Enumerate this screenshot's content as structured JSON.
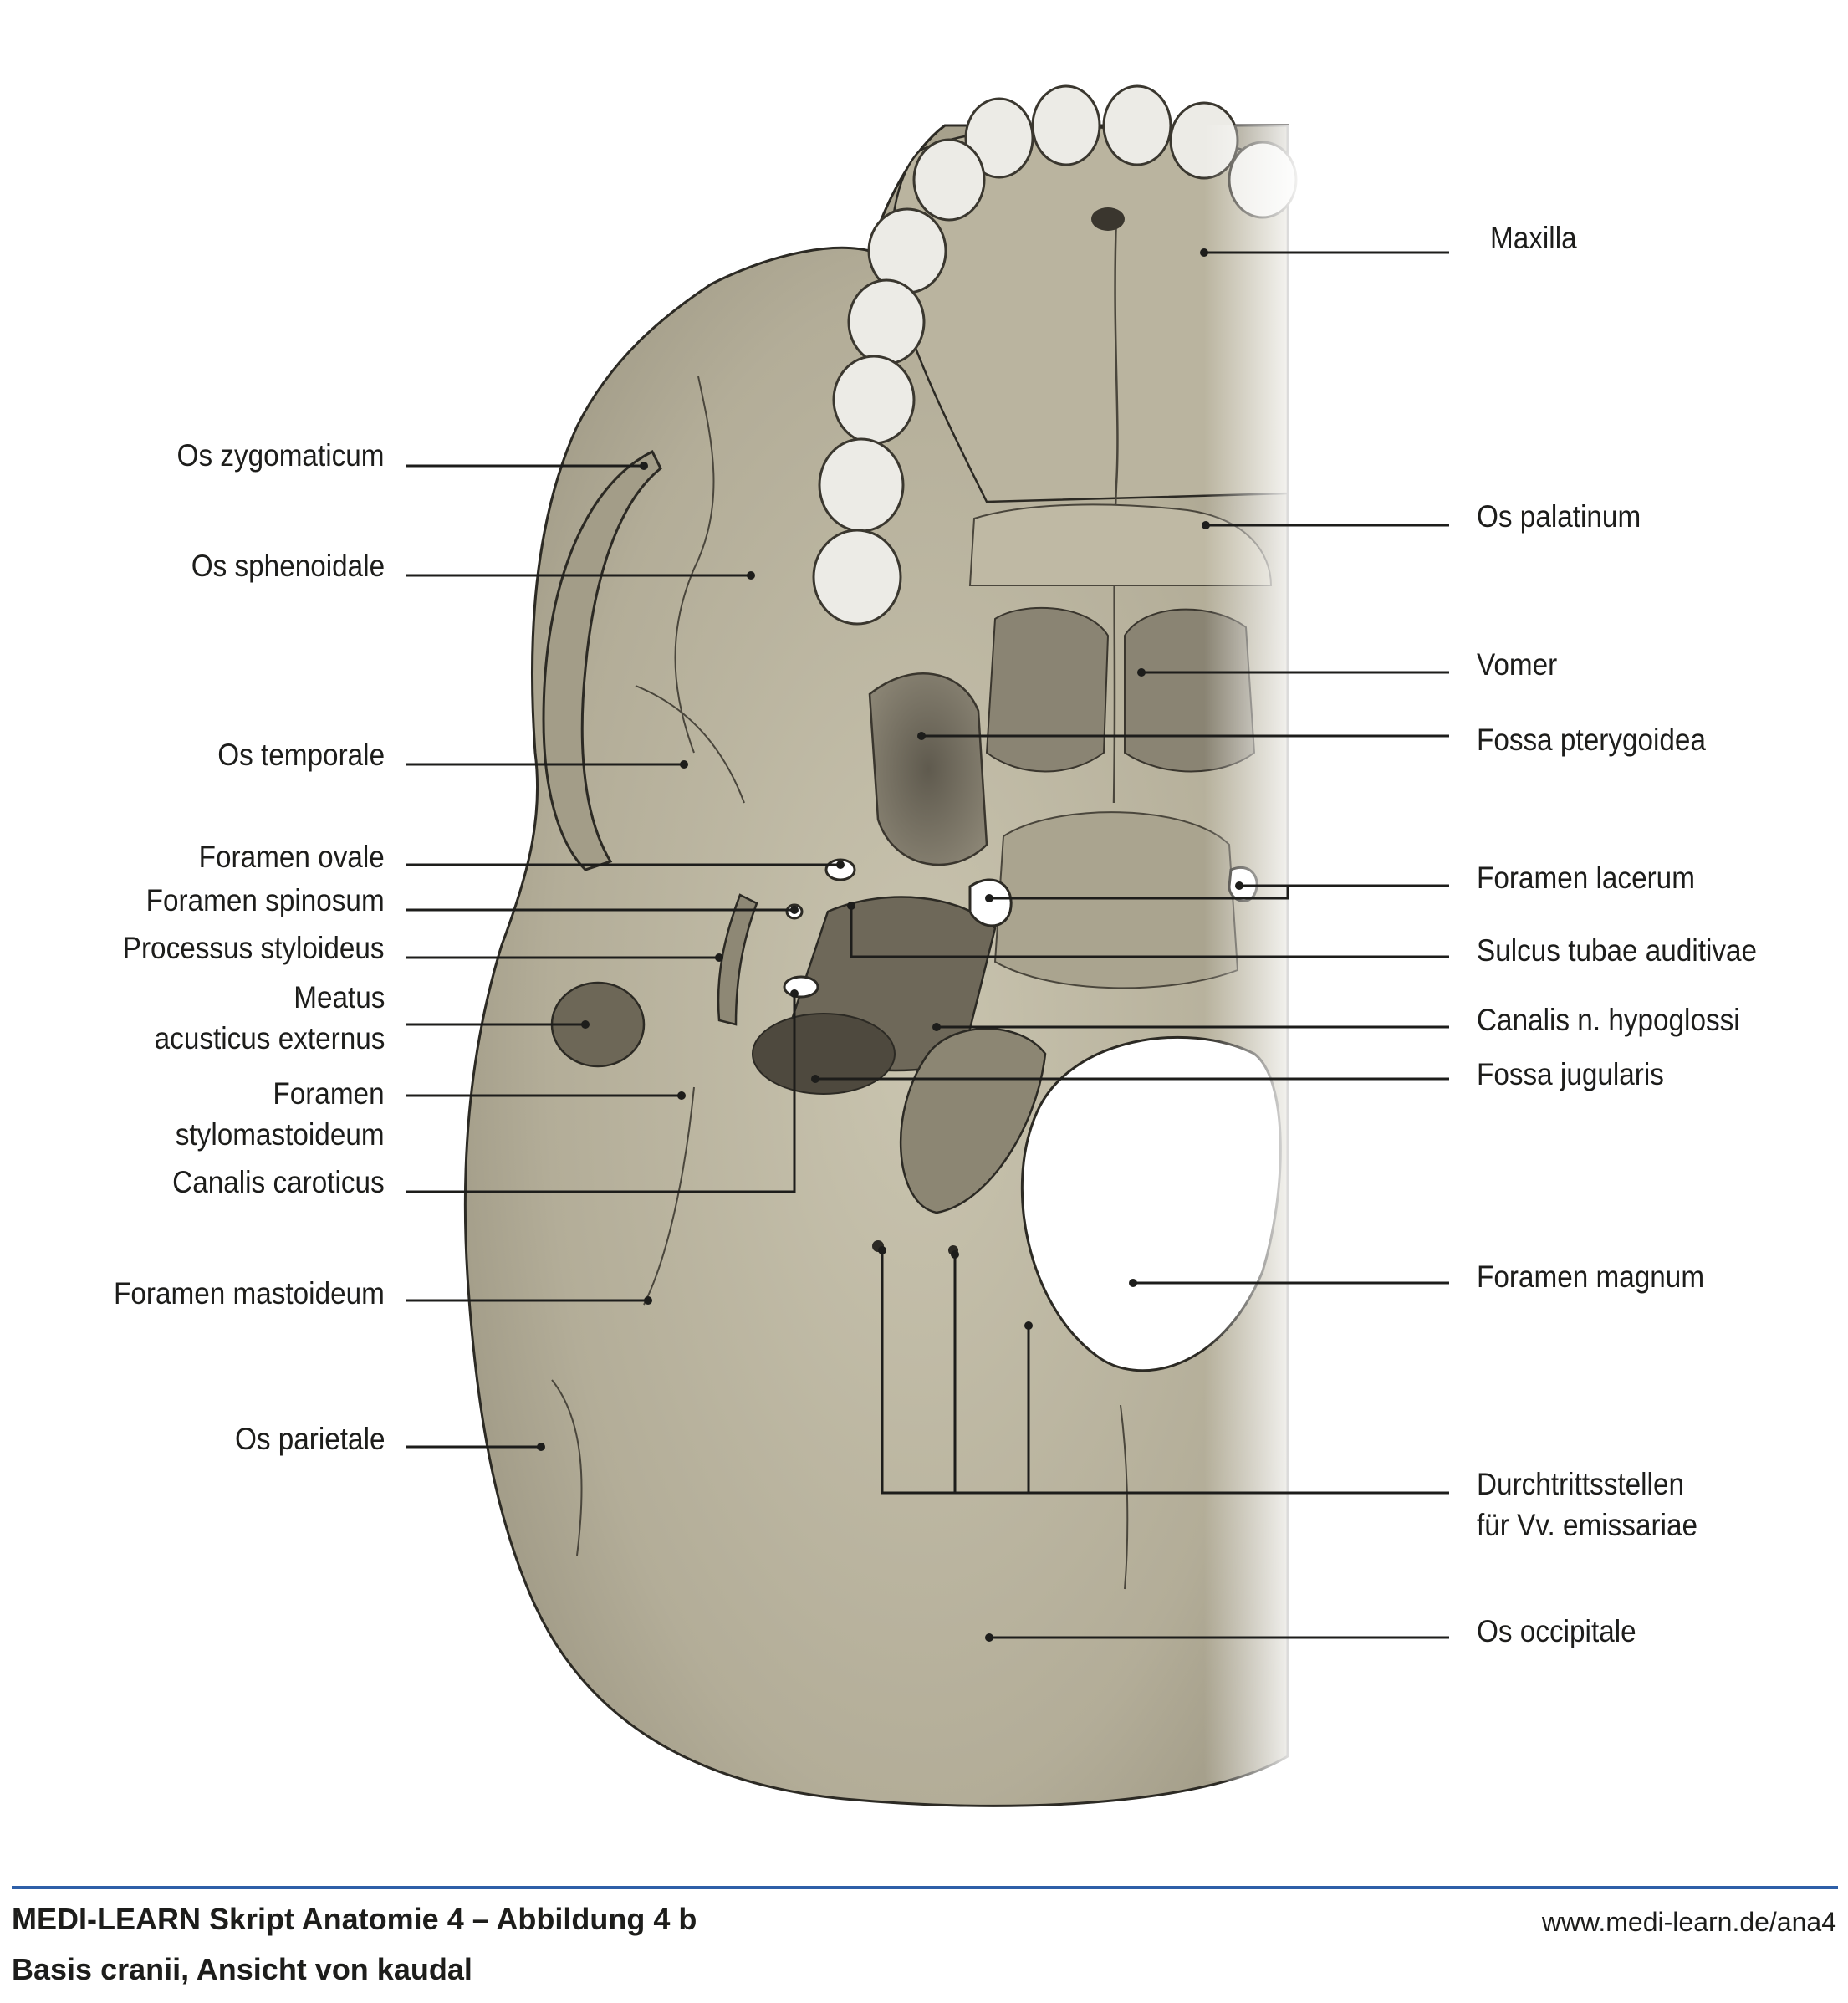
{
  "labels_left": [
    {
      "id": "os-zygomaticum",
      "lines": [
        "Os zygomaticum"
      ]
    },
    {
      "id": "os-sphenoidale",
      "lines": [
        "Os sphenoidale"
      ]
    },
    {
      "id": "os-temporale",
      "lines": [
        "Os temporale"
      ]
    },
    {
      "id": "foramen-ovale",
      "lines": [
        "Foramen ovale"
      ]
    },
    {
      "id": "foramen-spinosum",
      "lines": [
        "Foramen spinosum"
      ]
    },
    {
      "id": "processus-styloideus",
      "lines": [
        "Processus styloideus"
      ]
    },
    {
      "id": "meatus-acusticus-externus",
      "lines": [
        "Meatus",
        "acusticus externus"
      ]
    },
    {
      "id": "foramen-stylomastoideum",
      "lines": [
        "Foramen",
        "stylomastoideum"
      ]
    },
    {
      "id": "canalis-caroticus",
      "lines": [
        "Canalis caroticus"
      ]
    },
    {
      "id": "foramen-mastoideum",
      "lines": [
        "Foramen mastoideum"
      ]
    },
    {
      "id": "os-parietale",
      "lines": [
        "Os parietale"
      ]
    }
  ],
  "labels_right": [
    {
      "id": "maxilla",
      "lines": [
        "Maxilla"
      ]
    },
    {
      "id": "os-palatinum",
      "lines": [
        "Os palatinum"
      ]
    },
    {
      "id": "vomer",
      "lines": [
        "Vomer"
      ]
    },
    {
      "id": "fossa-pterygoidea",
      "lines": [
        "Fossa pterygoidea"
      ]
    },
    {
      "id": "foramen-lacerum",
      "lines": [
        "Foramen lacerum"
      ]
    },
    {
      "id": "sulcus-tubae-auditivae",
      "lines": [
        "Sulcus tubae auditivae"
      ]
    },
    {
      "id": "canalis-n-hypoglossi",
      "lines": [
        "Canalis n. hypoglossi"
      ]
    },
    {
      "id": "fossa-jugularis",
      "lines": [
        "Fossa jugularis"
      ]
    },
    {
      "id": "foramen-magnum",
      "lines": [
        "Foramen magnum"
      ]
    },
    {
      "id": "durchtrittsstellen",
      "lines": [
        "Durchtrittsstellen",
        "für Vv. emissariae"
      ]
    },
    {
      "id": "os-occipitale",
      "lines": [
        "Os occipitale"
      ]
    }
  ],
  "footer": {
    "title": "MEDI-LEARN Skript Anatomie 4 – Abbildung 4 b",
    "subtitle": "Basis cranii, Ansicht von kaudal",
    "url": "www.medi-learn.de/ana4"
  },
  "colors": {
    "bone": "#b3ad98",
    "bone_light": "#cdc8b4",
    "bone_dark": "#7a7464",
    "outline": "#2c2a24",
    "tooth": "#ecebe6",
    "rule": "#2e5fa8",
    "text": "#1d1d1b"
  }
}
